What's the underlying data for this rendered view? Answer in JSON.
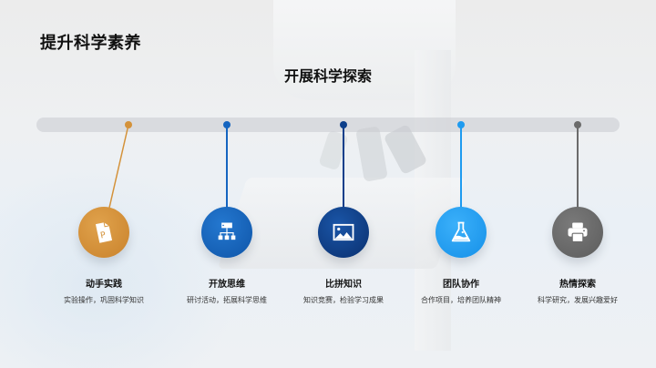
{
  "header": {
    "title": "提升科学素养",
    "subtitle": "开展科学探索"
  },
  "timeline": {
    "items": [
      {
        "label": "动手实践",
        "description": "实验操作，巩固科学知识",
        "icon": "ppt-file-icon",
        "color": "#D4923A"
      },
      {
        "label": "开放思维",
        "description": "研讨活动，拓展科学思维",
        "icon": "org-chart-icon",
        "color": "#1565C0"
      },
      {
        "label": "比拼知识",
        "description": "知识竞赛，检验学习成果",
        "icon": "image-icon",
        "color": "#0D3F8A"
      },
      {
        "label": "团队协作",
        "description": "合作项目，培养团队精神",
        "icon": "flask-icon",
        "color": "#1E9BF0"
      },
      {
        "label": "热情探索",
        "description": "科学研究，发展兴趣爱好",
        "icon": "printer-icon",
        "color": "#6B6B6B"
      }
    ]
  }
}
